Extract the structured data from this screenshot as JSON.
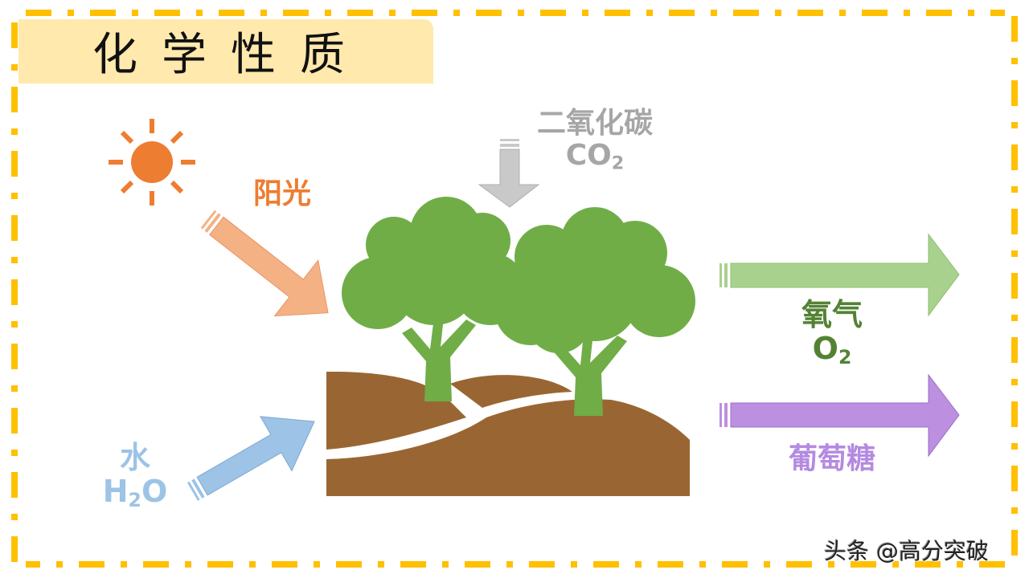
{
  "title": "化学性质",
  "colors": {
    "border": "#ffc000",
    "title_bg": "#ffe9ad",
    "sun": "#ed7d31",
    "sun_arrow": "#f4b183",
    "co2_arrow": "#c9c9c9",
    "co2_text": "#a6a6a6",
    "tree": "#70ad47",
    "soil": "#996633",
    "o2_arrow": "#a9d18e",
    "o2_text": "#548235",
    "glucose_arrow": "#bc8fe0",
    "glucose_text": "#b48ae0",
    "water_arrow": "#9dc3e6"
  },
  "inputs": {
    "sunlight": {
      "label": "阳光",
      "icon": "sun-icon"
    },
    "carbon_dioxide": {
      "label": "二氧化碳",
      "formula_main": "CO",
      "formula_sub": "2"
    },
    "water": {
      "label": "水",
      "formula_pre": "H",
      "formula_sub": "2",
      "formula_post": "O"
    }
  },
  "outputs": {
    "oxygen": {
      "label": "氧气",
      "formula_main": "O",
      "formula_sub": "2"
    },
    "glucose": {
      "label": "葡萄糖"
    }
  },
  "center": {
    "icon": "trees-on-hills-icon"
  },
  "watermark": "头条 @高分突破"
}
